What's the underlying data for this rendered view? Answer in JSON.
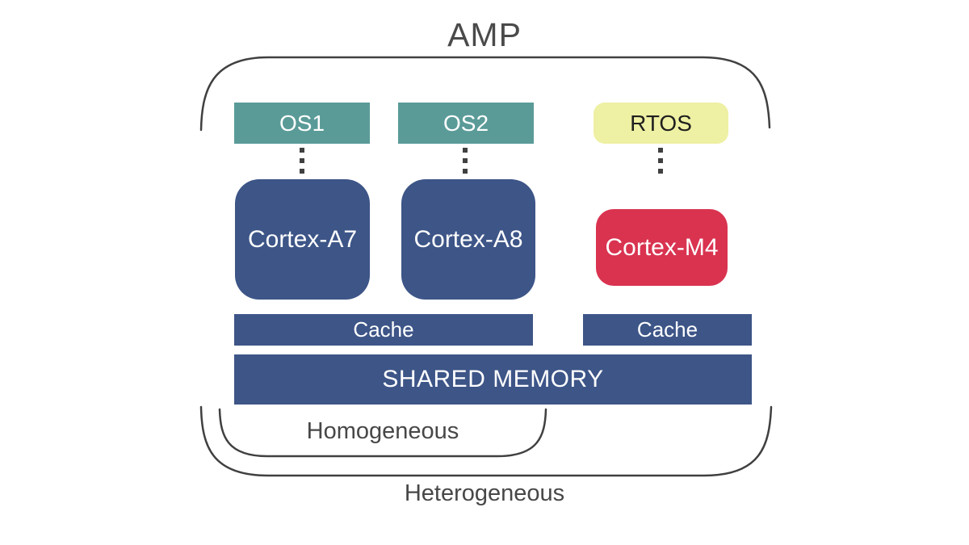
{
  "diagram": {
    "title": "AMP",
    "os_layer": [
      {
        "id": "os1",
        "label": "OS1"
      },
      {
        "id": "os2",
        "label": "OS2"
      },
      {
        "id": "rtos",
        "label": "RTOS"
      }
    ],
    "cores": [
      {
        "id": "cortex-a7",
        "label": "Cortex-A7"
      },
      {
        "id": "cortex-a8",
        "label": "Cortex-A8"
      },
      {
        "id": "cortex-m4",
        "label": "Cortex-M4"
      }
    ],
    "memory": {
      "cache_left_label": "Cache",
      "cache_right_label": "Cache",
      "shared_memory_label": "SHARED MEMORY"
    },
    "groups": {
      "inner_label": "Homogeneous",
      "outer_label": "Heterogeneous"
    },
    "colors": {
      "teal": "#5A9B98",
      "yellow": "#EEF0A3",
      "navy": "#3D5587",
      "red": "#D93350",
      "bracket_gray": "#404040",
      "title_gray": "#4A4A4A",
      "text_white": "#FFFFFF",
      "text_dark": "#1F1F1F"
    }
  }
}
